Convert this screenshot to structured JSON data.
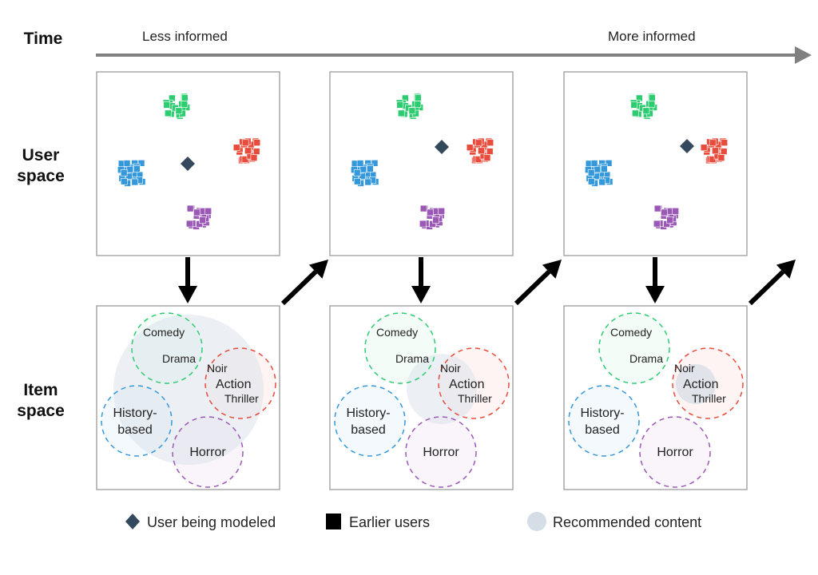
{
  "row_labels": {
    "time": "Time",
    "user_space": [
      "User",
      "space"
    ],
    "item_space": [
      "Item",
      "space"
    ]
  },
  "timeline": {
    "start_label": "Less informed",
    "end_label": "More informed",
    "arrow_color": "#808080"
  },
  "colors": {
    "comedy_drama": "#2ecc71",
    "noir_action_thriller": "#e74c3c",
    "history_based": "#3498db",
    "horror": "#9b59b6",
    "user_marker": "#34495e",
    "recommended": "#d5dde6",
    "panel_border": "#9a9a9a"
  },
  "categories": [
    {
      "id": "comedy_drama",
      "labels": [
        "Comedy",
        "Drama"
      ]
    },
    {
      "id": "noir_action_thriller",
      "labels": [
        "Noir",
        "Action",
        "Thriller"
      ]
    },
    {
      "id": "history_based",
      "labels": [
        "History-",
        "based"
      ]
    },
    {
      "id": "horror",
      "labels": [
        "Horror"
      ]
    }
  ],
  "stages": [
    {
      "stage": 1,
      "user_position": "center",
      "recommendation_scope": "broad (all genres)"
    },
    {
      "stage": 2,
      "user_position": "between center and Noir/Action/Thriller",
      "recommendation_scope": "medium (near Noir/Action/Thriller)"
    },
    {
      "stage": 3,
      "user_position": "inside Noir/Action/Thriller cluster",
      "recommendation_scope": "narrow (Noir/Action/Thriller)"
    }
  ],
  "legend": {
    "user_being_modeled": "User being modeled",
    "earlier_users": "Earlier users",
    "recommended_content": "Recommended content"
  }
}
